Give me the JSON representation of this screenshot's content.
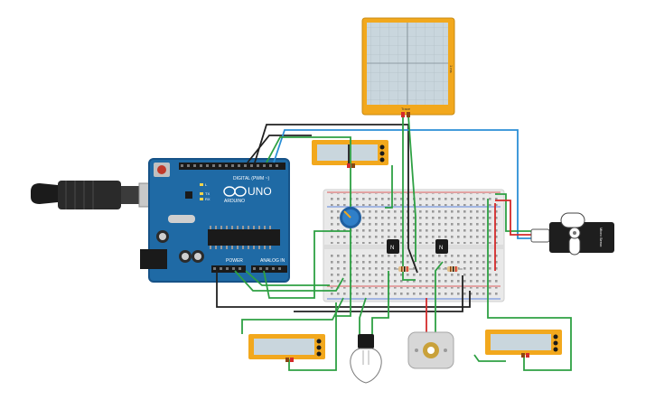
{
  "arduino": {
    "brand": "ARDUINO",
    "model": "UNO",
    "digital_label": "DIGITAL (PWM ~)",
    "power_label": "POWER",
    "analog_label": "ANALOG IN",
    "led_l": "L",
    "led_tx": "TX",
    "led_rx": "RX"
  },
  "oscilloscope": {
    "side_label": "1 ms",
    "probe_label": "Trace"
  },
  "servo": {
    "label": "Micro Servo"
  },
  "transistors": {
    "label": "N"
  },
  "colors": {
    "arduino_board": "#1f6aa5",
    "wire_green": "#2ea043",
    "wire_black": "#202020",
    "wire_blue": "#2b8fd6",
    "wire_red": "#d42a2a",
    "instrument_frame": "#f2a81d",
    "screen": "#c9d6dd"
  },
  "icons": [
    "usb-plug-icon",
    "potentiometer-icon",
    "light-bulb-icon",
    "dc-motor-icon",
    "servo-icon"
  ]
}
